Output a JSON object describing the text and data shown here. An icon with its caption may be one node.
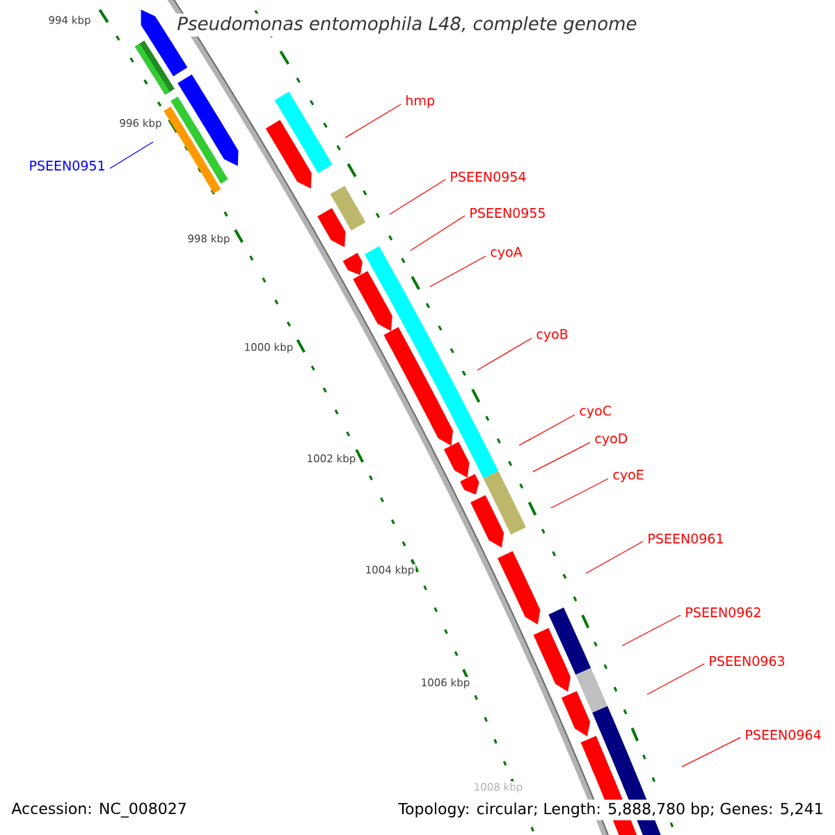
{
  "diagram": {
    "title": "Pseudomonas entomophila L48, complete genome",
    "nodes": [
      {
        "text": [
          "PSEEN0951"
        ]
      },
      {
        "text": [
          "hmp"
        ]
      },
      {
        "text": [
          "PSEEN0954"
        ]
      },
      {
        "text": [
          "PSEEN0955"
        ]
      },
      {
        "text": [
          "cyoA"
        ]
      },
      {
        "text": [
          "cyoB"
        ]
      },
      {
        "text": [
          "cyoC"
        ]
      },
      {
        "text": [
          "cyoD"
        ]
      },
      {
        "text": [
          "cyoE"
        ]
      },
      {
        "text": [
          "PSEEN0961"
        ]
      },
      {
        "text": [
          "PSEEN0962"
        ]
      },
      {
        "text": [
          "PSEEN0963"
        ]
      },
      {
        "text": [
          "PSEEN0964"
        ]
      }
    ],
    "edges": [
      {
        "from": 0,
        "to": null,
        "arrow": "none",
        "color": "#0000ff"
      },
      {
        "from": 1,
        "to": null,
        "arrow": "none"
      },
      {
        "from": 2,
        "to": null,
        "arrow": "none"
      },
      {
        "from": 3,
        "to": null,
        "arrow": "none"
      },
      {
        "from": 4,
        "to": null,
        "arrow": "none"
      },
      {
        "from": 5,
        "to": null,
        "arrow": "none"
      },
      {
        "from": 6,
        "to": null,
        "arrow": "none"
      },
      {
        "from": 7,
        "to": null,
        "arrow": "none"
      },
      {
        "from": 8,
        "to": null,
        "arrow": "none"
      },
      {
        "from": 9,
        "to": null,
        "arrow": "none"
      },
      {
        "from": 10,
        "to": null,
        "arrow": "none"
      },
      {
        "from": 11,
        "to": null,
        "arrow": "none"
      },
      {
        "from": 12,
        "to": null,
        "arrow": "none"
      }
    ],
    "labels": [
      "994 kbp",
      "996 kbp",
      "998 kbp",
      "1000 kbp",
      "1002 kbp",
      "1004 kbp",
      "1006 kbp",
      "1008 kbp",
      "Accession: NC_008027",
      "Topology: circular; Length: 5,888,780 bp; Genes: 5,241"
    ]
  }
}
